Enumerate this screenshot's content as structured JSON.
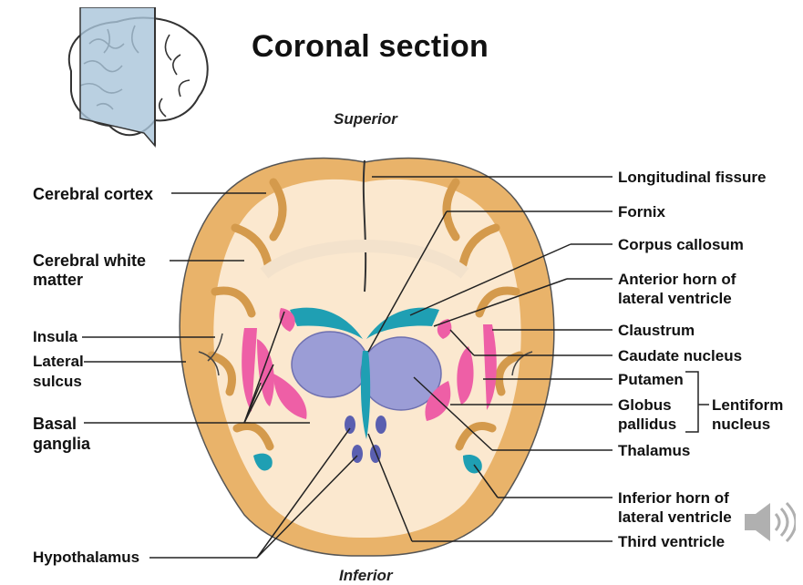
{
  "title": "Coronal section",
  "orientation": {
    "superior": "Superior",
    "inferior": "Inferior"
  },
  "labels_left": {
    "cerebral_cortex": "Cerebral cortex",
    "cerebral_white_matter_line1": "Cerebral white",
    "cerebral_white_matter_line2": "matter",
    "insula": "Insula",
    "lateral_sulcus_line1": "Lateral",
    "lateral_sulcus_line2": "sulcus",
    "basal_ganglia_line1": "Basal",
    "basal_ganglia_line2": "ganglia",
    "hypothalamus": "Hypothalamus"
  },
  "labels_right": {
    "longitudinal_fissure": "Longitudinal fissure",
    "fornix": "Fornix",
    "corpus_callosum": "Corpus callosum",
    "anterior_horn_line1": "Anterior horn of",
    "anterior_horn_line2": "lateral ventricle",
    "claustrum": "Claustrum",
    "caudate_nucleus": "Caudate nucleus",
    "putamen": "Putamen",
    "globus_pallidus_line1": "Globus",
    "globus_pallidus_line2": "pallidus",
    "lentiform_line1": "Lentiform",
    "lentiform_line2": "nucleus",
    "thalamus": "Thalamus",
    "inferior_horn_line1": "Inferior horn of",
    "inferior_horn_line2": "lateral ventricle",
    "third_ventricle": "Third ventricle"
  },
  "colors": {
    "cortex": "#e9b36a",
    "white_matter": "#fbe8cf",
    "ventricle": "#1f9fb3",
    "basal_nuclei": "#ee5fa6",
    "thalamus": "#9b9dd6",
    "outline": "#222222"
  },
  "icons": {
    "speaker": "speaker-icon",
    "brain_thumbnail": "brain-outline-icon"
  }
}
